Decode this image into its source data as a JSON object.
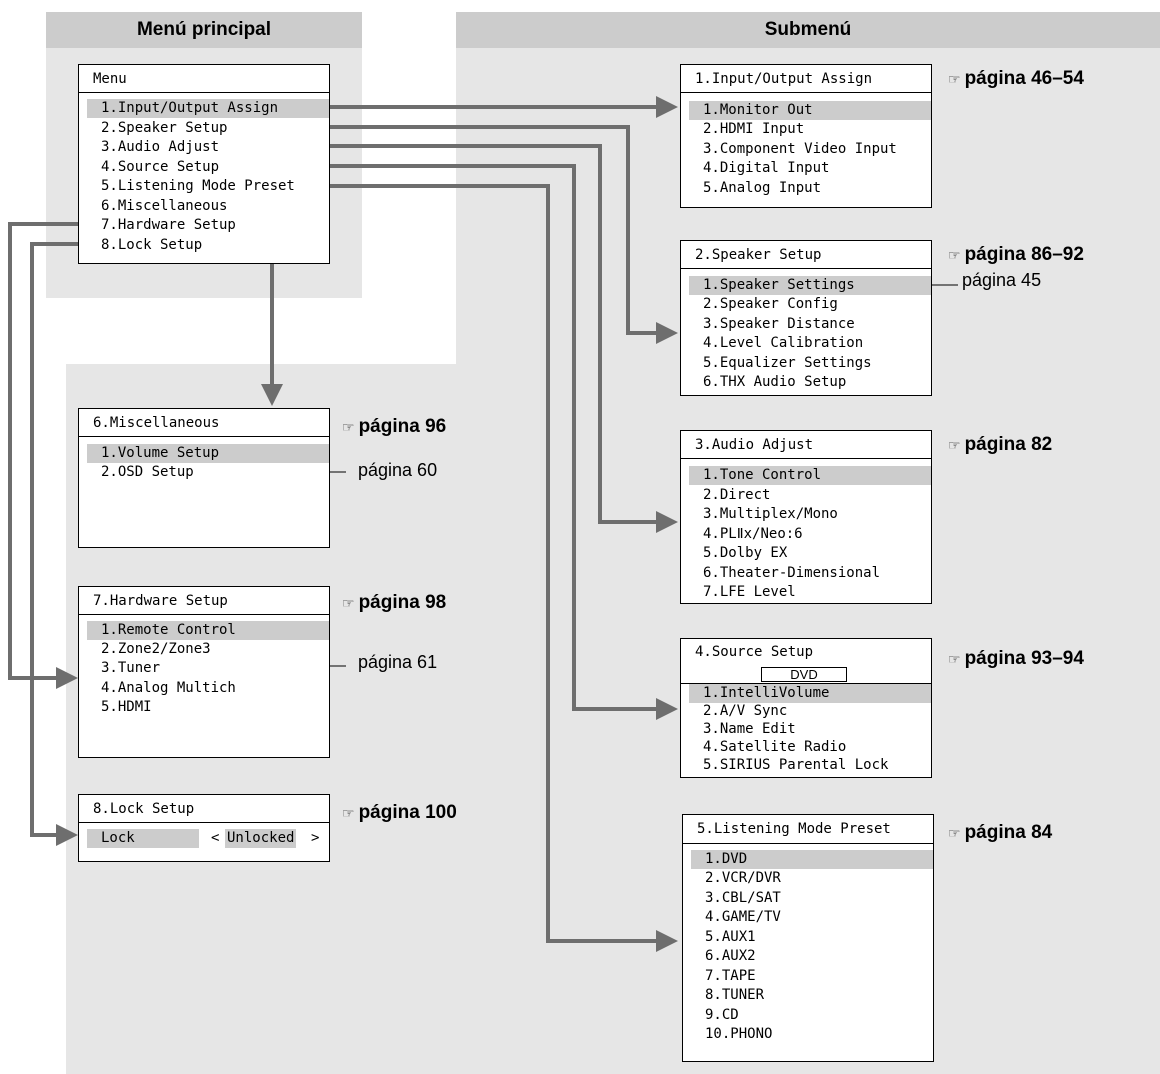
{
  "headers": {
    "main": "Menú principal",
    "sub": "Submenú"
  },
  "main_menu": {
    "title": "Menu",
    "items": [
      "1.Input/Output Assign",
      "2.Speaker Setup",
      "3.Audio Adjust",
      "4.Source Setup",
      "5.Listening Mode Preset",
      "6.Miscellaneous",
      "7.Hardware Setup",
      "8.Lock Setup"
    ]
  },
  "submenus": {
    "io": {
      "title": "1.Input/Output Assign",
      "ref": "página 46–54",
      "items": [
        "1.Monitor Out",
        "2.HDMI Input",
        "3.Component Video Input",
        "4.Digital Input",
        "5.Analog Input"
      ]
    },
    "speaker": {
      "title": "2.Speaker Setup",
      "ref": "página 86–92",
      "note": "página 45",
      "items": [
        "1.Speaker Settings",
        "2.Speaker Config",
        "3.Speaker Distance",
        "4.Level Calibration",
        "5.Equalizer Settings",
        "6.THX Audio Setup"
      ]
    },
    "audio": {
      "title": "3.Audio Adjust",
      "ref": "página 82",
      "items": [
        "1.Tone Control",
        "2.Direct",
        "3.Multiplex/Mono",
        "4.PLⅡx/Neo:6",
        "5.Dolby EX",
        "6.Theater-Dimensional",
        "7.LFE Level"
      ]
    },
    "source": {
      "title": "4.Source Setup",
      "ref": "página 93–94",
      "selector": "DVD",
      "items": [
        "1.IntelliVolume",
        "2.A/V Sync",
        "3.Name Edit",
        "4.Satellite Radio",
        "5.SIRIUS Parental Lock"
      ]
    },
    "listening": {
      "title": "5.Listening Mode Preset",
      "ref": "página 84",
      "items": [
        "1.DVD",
        "2.VCR/DVR",
        "3.CBL/SAT",
        "4.GAME/TV",
        "5.AUX1",
        "6.AUX2",
        "7.TAPE",
        "8.TUNER",
        "9.CD",
        "10.PHONO"
      ]
    },
    "misc": {
      "title": "6.Miscellaneous",
      "ref": "página 96",
      "note": "página 60",
      "items": [
        "1.Volume Setup",
        "2.OSD Setup"
      ]
    },
    "hardware": {
      "title": "7.Hardware Setup",
      "ref": "página 98",
      "note": "página 61",
      "items": [
        "1.Remote Control",
        "2.Zone2/Zone3",
        "3.Tuner",
        "4.Analog Multich",
        "5.HDMI"
      ]
    },
    "lock": {
      "title": "8.Lock Setup",
      "ref": "página 100",
      "label": "Lock",
      "left": "<",
      "value": "Unlocked",
      "right": ">"
    }
  },
  "icons": {
    "reference": "hand-pointer-icon"
  },
  "colors": {
    "panel": "#e6e6e6",
    "header": "#cccccc",
    "highlight": "#cccccc",
    "connector": "#6e6e6e"
  }
}
